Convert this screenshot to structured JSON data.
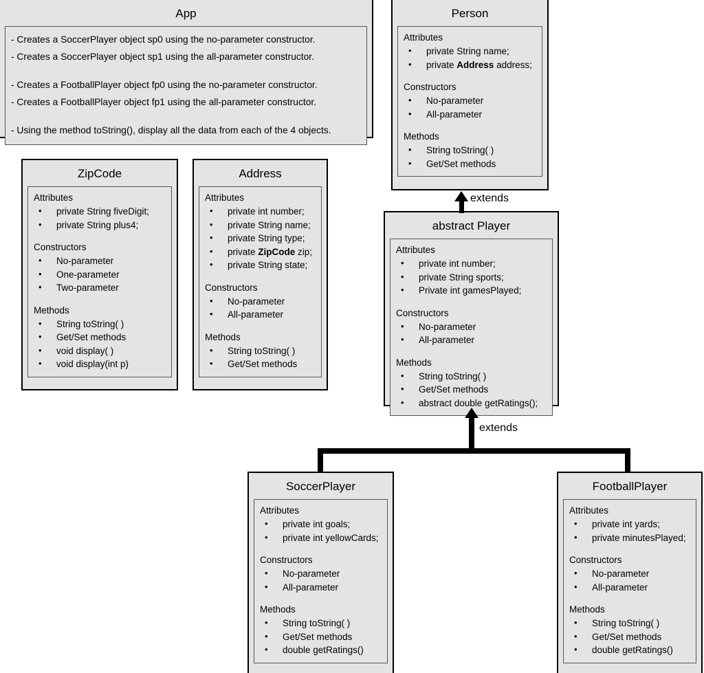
{
  "diagram": {
    "title": "UML Class Diagram",
    "box_fill": "#e4e4e4",
    "border_color": "#000000",
    "inner_border_color": "#555555",
    "background": "#ffffff"
  },
  "app": {
    "title": "App",
    "lines": [
      "- Creates a SoccerPlayer object sp0 using the no-parameter constructor.",
      "- Creates a SoccerPlayer object sp1 using the all-parameter constructor.",
      "",
      "- Creates a FootballPlayer object fp0 using the no-parameter constructor.",
      "- Creates a FootballPlayer object fp1 using the all-parameter constructor.",
      "",
      "- Using the method toString(), display all the data from each of the 4 objects."
    ]
  },
  "person": {
    "title": "Person",
    "sections": [
      {
        "heading": "Attributes",
        "items": [
          {
            "pre": "private String name;",
            "bold": "",
            "post": ""
          },
          {
            "pre": "private ",
            "bold": "Address",
            "post": " address;"
          }
        ]
      },
      {
        "heading": "Constructors",
        "items": [
          {
            "pre": "No-parameter",
            "bold": "",
            "post": ""
          },
          {
            "pre": "All-parameter",
            "bold": "",
            "post": ""
          }
        ]
      },
      {
        "heading": "Methods",
        "items": [
          {
            "pre": "String toString( )",
            "bold": "",
            "post": ""
          },
          {
            "pre": "Get/Set methods",
            "bold": "",
            "post": ""
          }
        ]
      }
    ]
  },
  "zipcode": {
    "title": "ZipCode",
    "sections": [
      {
        "heading": "Attributes",
        "items": [
          {
            "pre": "private String fiveDigit;",
            "bold": "",
            "post": ""
          },
          {
            "pre": "private String plus4;",
            "bold": "",
            "post": ""
          }
        ]
      },
      {
        "heading": "Constructors",
        "items": [
          {
            "pre": "No-parameter",
            "bold": "",
            "post": ""
          },
          {
            "pre": "One-parameter",
            "bold": "",
            "post": ""
          },
          {
            "pre": "Two-parameter",
            "bold": "",
            "post": ""
          }
        ]
      },
      {
        "heading": "Methods",
        "items": [
          {
            "pre": "String toString( )",
            "bold": "",
            "post": ""
          },
          {
            "pre": "Get/Set methods",
            "bold": "",
            "post": ""
          },
          {
            "pre": "void display( )",
            "bold": "",
            "post": ""
          },
          {
            "pre": "void display(int p)",
            "bold": "",
            "post": ""
          }
        ]
      }
    ]
  },
  "address": {
    "title": "Address",
    "sections": [
      {
        "heading": "Attributes",
        "items": [
          {
            "pre": "private int number;",
            "bold": "",
            "post": ""
          },
          {
            "pre": "private String name;",
            "bold": "",
            "post": ""
          },
          {
            "pre": "private String type;",
            "bold": "",
            "post": ""
          },
          {
            "pre": "private ",
            "bold": "ZipCode",
            "post": " zip;"
          },
          {
            "pre": "private String state;",
            "bold": "",
            "post": ""
          }
        ]
      },
      {
        "heading": "Constructors",
        "items": [
          {
            "pre": "No-parameter",
            "bold": "",
            "post": ""
          },
          {
            "pre": "All-parameter",
            "bold": "",
            "post": ""
          }
        ]
      },
      {
        "heading": "Methods",
        "items": [
          {
            "pre": "String toString( )",
            "bold": "",
            "post": ""
          },
          {
            "pre": "Get/Set methods",
            "bold": "",
            "post": ""
          }
        ]
      }
    ]
  },
  "player": {
    "title": "abstract Player",
    "sections": [
      {
        "heading": "Attributes",
        "items": [
          {
            "pre": "private int number;",
            "bold": "",
            "post": ""
          },
          {
            "pre": "private String sports;",
            "bold": "",
            "post": ""
          },
          {
            "pre": "Private int gamesPlayed;",
            "bold": "",
            "post": ""
          }
        ]
      },
      {
        "heading": "Constructors",
        "items": [
          {
            "pre": "No-parameter",
            "bold": "",
            "post": ""
          },
          {
            "pre": "All-parameter",
            "bold": "",
            "post": ""
          }
        ]
      },
      {
        "heading": "Methods",
        "items": [
          {
            "pre": "String toString( )",
            "bold": "",
            "post": ""
          },
          {
            "pre": "Get/Set methods",
            "bold": "",
            "post": ""
          },
          {
            "pre": "abstract double getRatings();",
            "bold": "",
            "post": ""
          }
        ]
      }
    ]
  },
  "soccerplayer": {
    "title": "SoccerPlayer",
    "sections": [
      {
        "heading": "Attributes",
        "items": [
          {
            "pre": "private int goals;",
            "bold": "",
            "post": ""
          },
          {
            "pre": "private int yellowCards;",
            "bold": "",
            "post": ""
          }
        ]
      },
      {
        "heading": "Constructors",
        "items": [
          {
            "pre": "No-parameter",
            "bold": "",
            "post": ""
          },
          {
            "pre": "All-parameter",
            "bold": "",
            "post": ""
          }
        ]
      },
      {
        "heading": "Methods",
        "items": [
          {
            "pre": "String toString( )",
            "bold": "",
            "post": ""
          },
          {
            "pre": "Get/Set methods",
            "bold": "",
            "post": ""
          },
          {
            "pre": "double getRatings()",
            "bold": "",
            "post": ""
          }
        ]
      }
    ]
  },
  "footballplayer": {
    "title": "FootballPlayer",
    "sections": [
      {
        "heading": "Attributes",
        "items": [
          {
            "pre": "private int yards;",
            "bold": "",
            "post": ""
          },
          {
            "pre": "private minutesPlayed;",
            "bold": "",
            "post": ""
          }
        ]
      },
      {
        "heading": "Constructors",
        "items": [
          {
            "pre": "No-parameter",
            "bold": "",
            "post": ""
          },
          {
            "pre": "All-parameter",
            "bold": "",
            "post": ""
          }
        ]
      },
      {
        "heading": "Methods",
        "items": [
          {
            "pre": "String toString( )",
            "bold": "",
            "post": ""
          },
          {
            "pre": "Get/Set methods",
            "bold": "",
            "post": ""
          },
          {
            "pre": "double getRatings()",
            "bold": "",
            "post": ""
          }
        ]
      }
    ]
  },
  "relations": {
    "player_extends_person_label": "extends",
    "players_extend_player_label": "extends"
  }
}
